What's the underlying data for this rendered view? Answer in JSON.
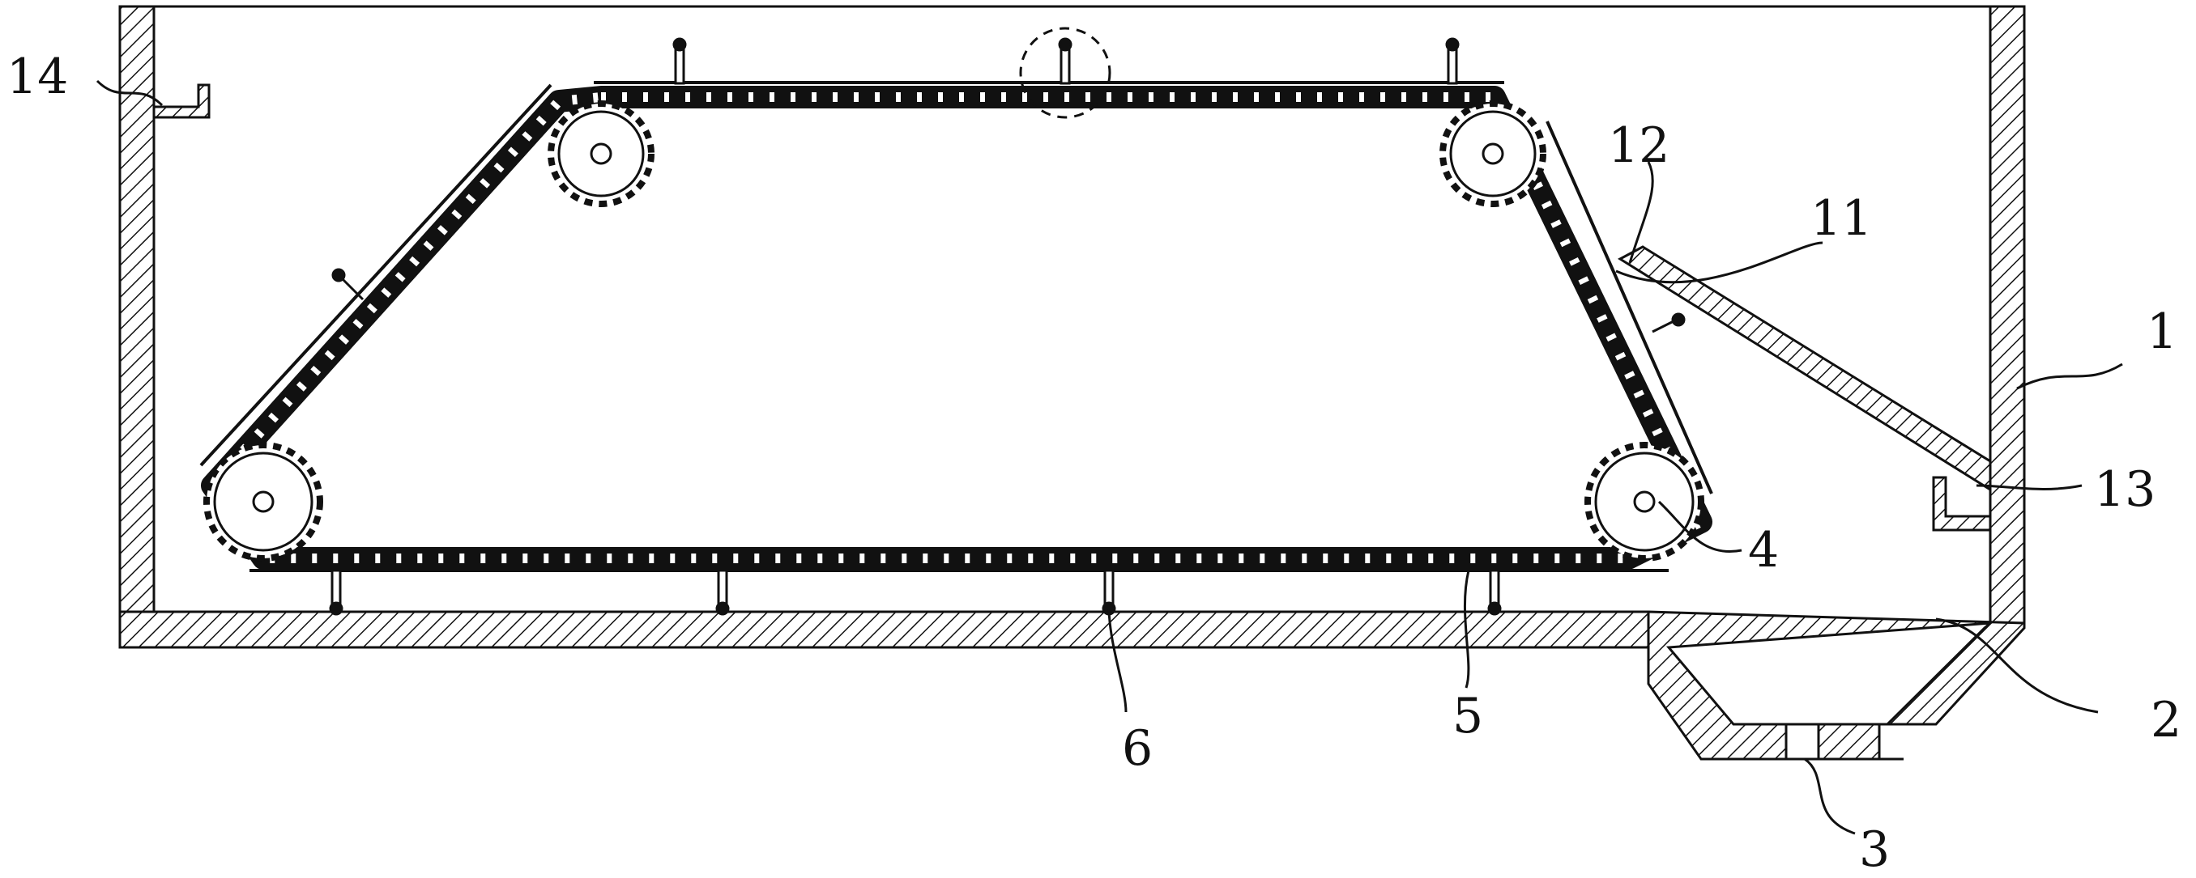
{
  "figure": {
    "labels": [
      {
        "id": "housing",
        "text": "1"
      },
      {
        "id": "hopper",
        "text": "2"
      },
      {
        "id": "outlet",
        "text": "3"
      },
      {
        "id": "sprocket",
        "text": "4"
      },
      {
        "id": "chain",
        "text": "5"
      },
      {
        "id": "scraper",
        "text": "6"
      },
      {
        "id": "deflector-plate",
        "text": "11"
      },
      {
        "id": "pivot",
        "text": "12"
      },
      {
        "id": "right-hook",
        "text": "13"
      },
      {
        "id": "left-hook",
        "text": "14"
      }
    ]
  },
  "colors": {
    "stroke": "#111111",
    "background": "#ffffff",
    "hatch": "#111111"
  }
}
